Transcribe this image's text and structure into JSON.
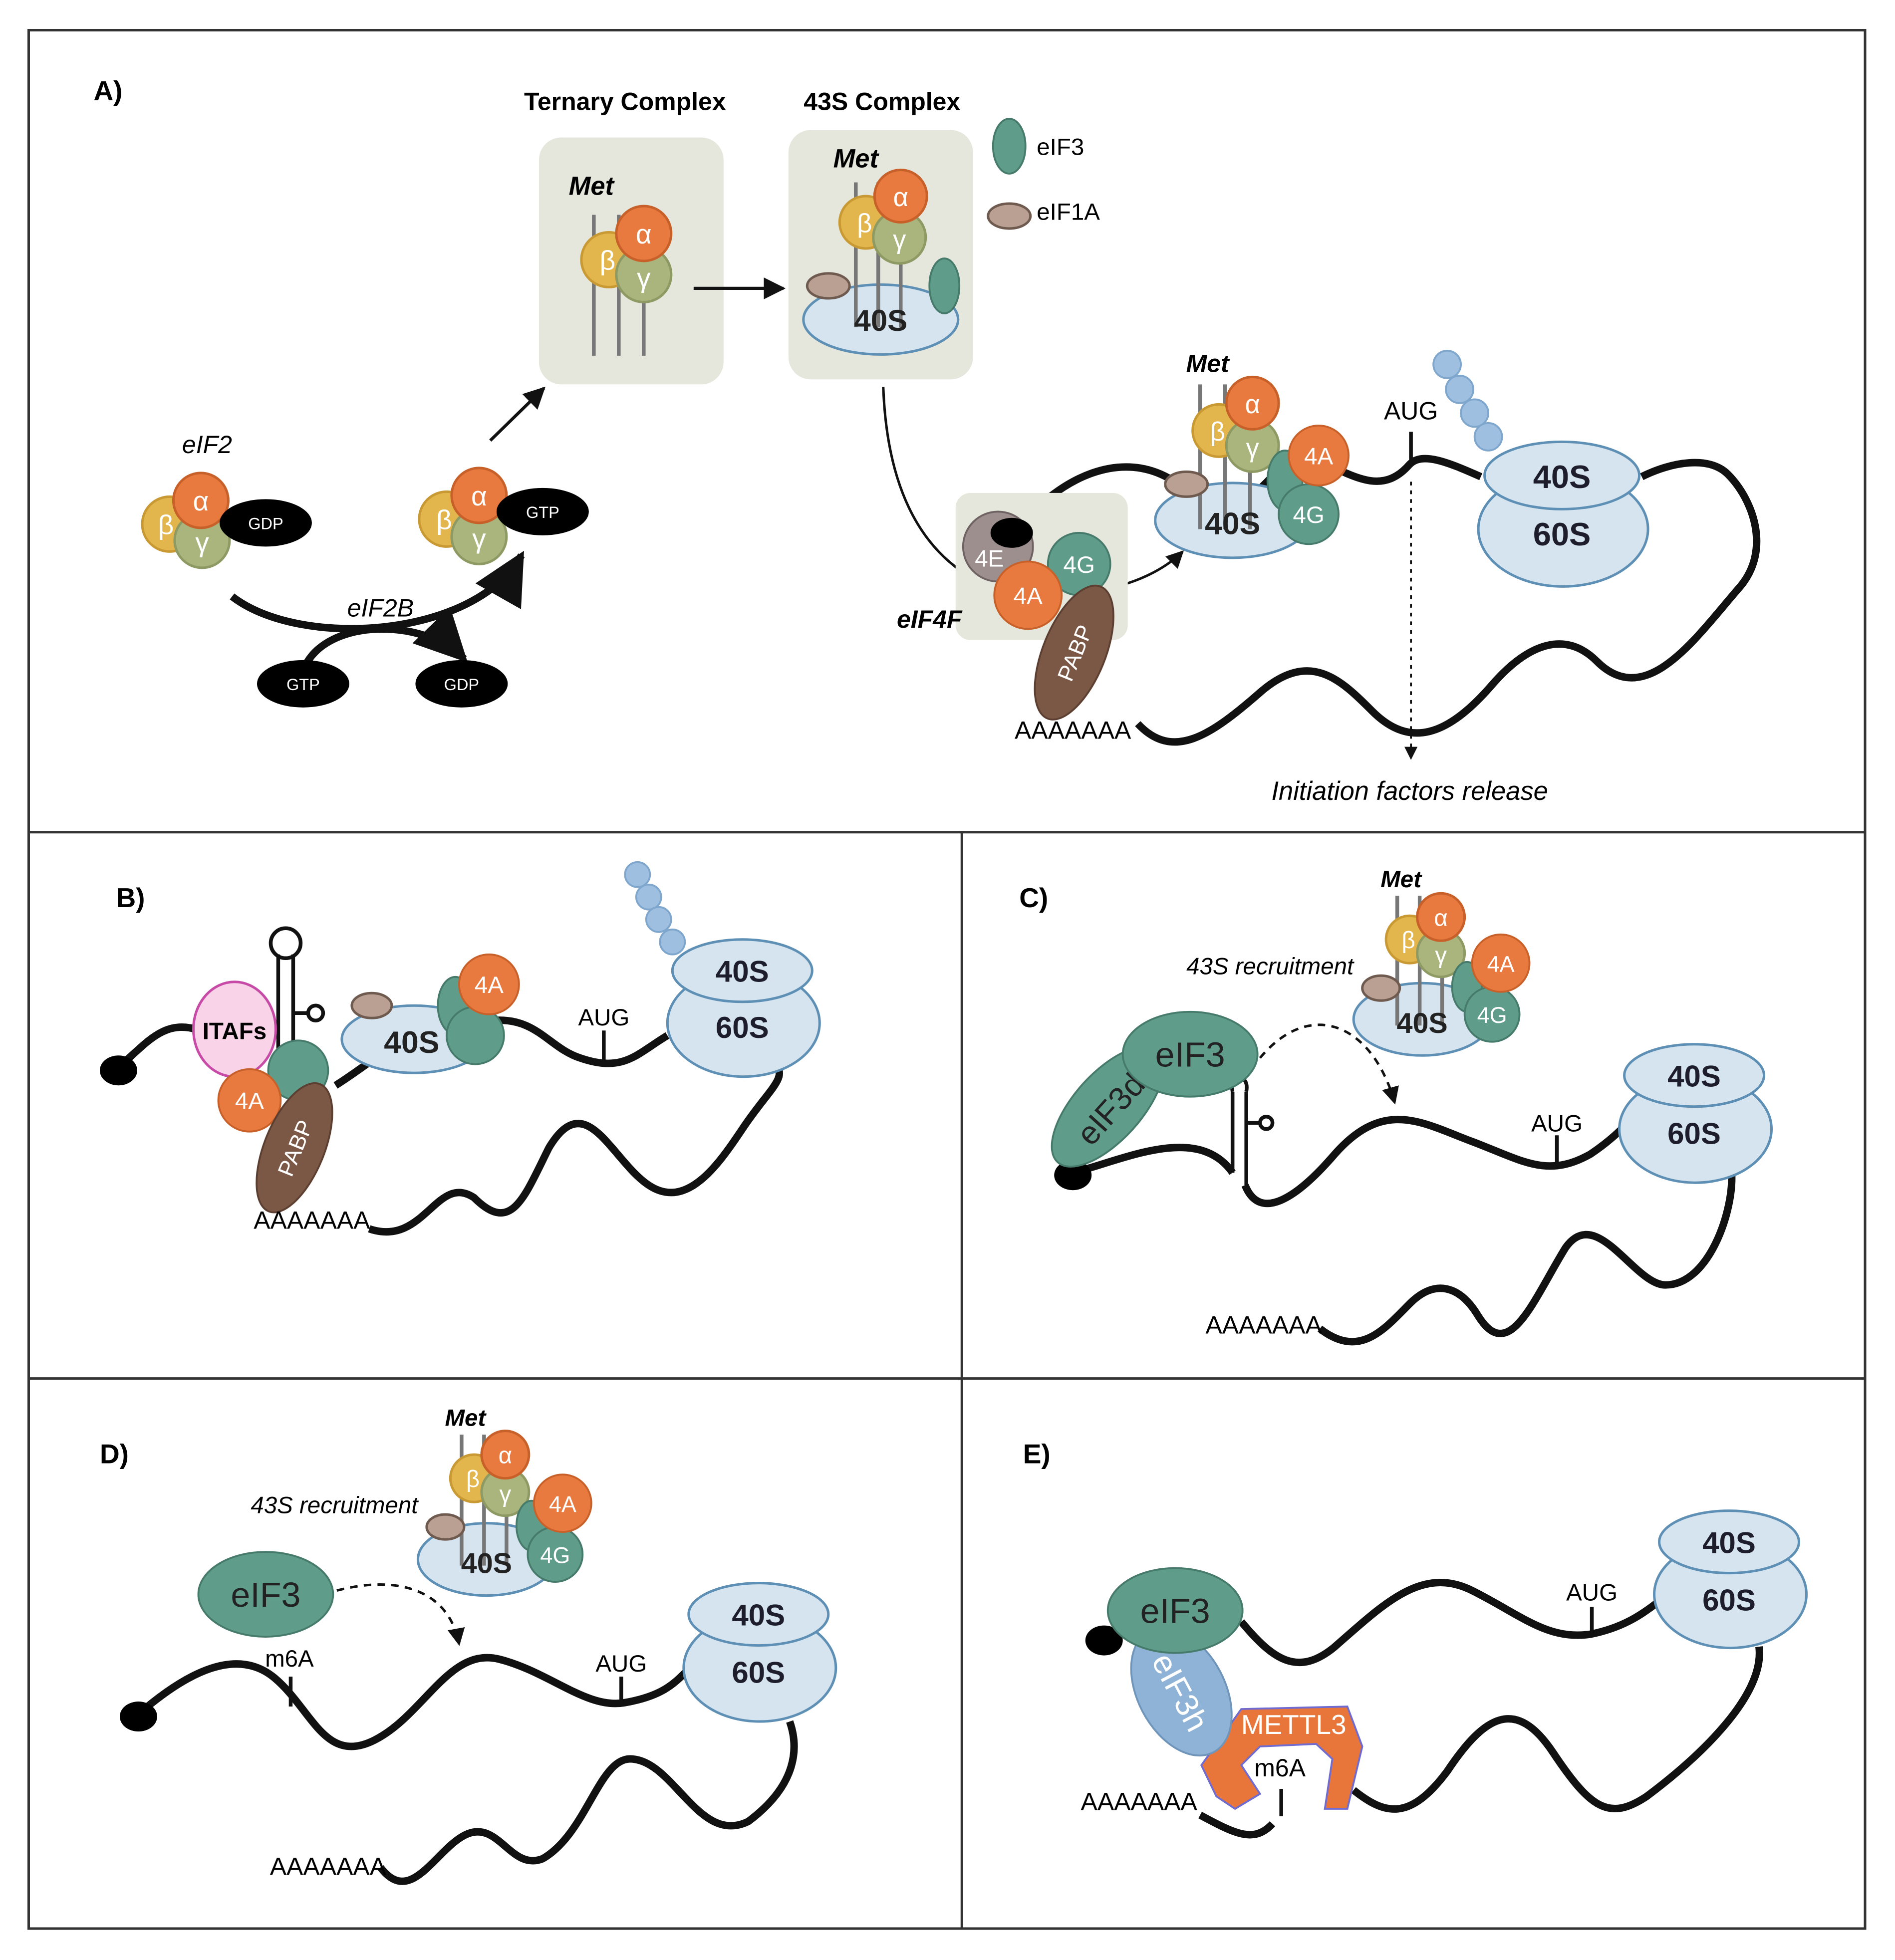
{
  "colors": {
    "alpha": "#e87a3f",
    "beta": "#e3b54d",
    "gamma": "#a9b57c",
    "eif3": "#5f9d8a",
    "eif1a": "#b9a092",
    "ribosome": "#d6e4ef",
    "ribosome_stroke": "#5e8fb5",
    "panel_box": "#e6e7dc",
    "pabp": "#7b5846",
    "itafs": "#f9d3e8",
    "itafs_stroke": "#c64aa6",
    "peptide": "#9ebfdf",
    "eif4e": "#9e8f8f",
    "eif3h": "#8fb3d6",
    "mettl3": "#e8763a",
    "border": "#333333"
  },
  "panel_a": {
    "label": "A)",
    "ternary_title": "Ternary Complex",
    "complex43s_title": "43S Complex",
    "met": "Met",
    "alpha": "α",
    "beta": "β",
    "gamma": "γ",
    "s40": "40S",
    "s60": "60S",
    "legend_eif3": "eIF3",
    "legend_eif1a": "eIF1A",
    "eif2": "eIF2",
    "eif2b": "eIF2B",
    "gdp": "GDP",
    "gtp": "GTP",
    "aug": "AUG",
    "eif4f": "eIF4F",
    "e4": "4E",
    "a4": "4A",
    "g4": "4G",
    "pabp": "PABP",
    "polya": "AAAAAAA",
    "release": "Initiation factors release"
  },
  "panel_b": {
    "label": "B)",
    "itafs": "ITAFs",
    "a4": "4A",
    "pabp": "PABP",
    "s40": "40S",
    "s60": "60S",
    "aug": "AUG",
    "polya": "AAAAAAA"
  },
  "panel_c": {
    "label": "C)",
    "met": "Met",
    "recruit": "43S recruitment",
    "eif3": "eIF3",
    "eif3d": "eIF3d",
    "a4": "4A",
    "g4": "4G",
    "s40": "40S",
    "s60": "60S",
    "aug": "AUG",
    "polya": "AAAAAAA"
  },
  "panel_d": {
    "label": "D)",
    "met": "Met",
    "recruit": "43S recruitment",
    "eif3": "eIF3",
    "m6a": "m6A",
    "a4": "4A",
    "g4": "4G",
    "s40": "40S",
    "s60": "60S",
    "aug": "AUG",
    "polya": "AAAAAAA"
  },
  "panel_e": {
    "label": "E)",
    "eif3": "eIF3",
    "eif3h": "eIF3h",
    "mettl3": "METTL3",
    "m6a": "m6A",
    "s40": "40S",
    "s60": "60S",
    "aug": "AUG",
    "polya": "AAAAAAA"
  }
}
